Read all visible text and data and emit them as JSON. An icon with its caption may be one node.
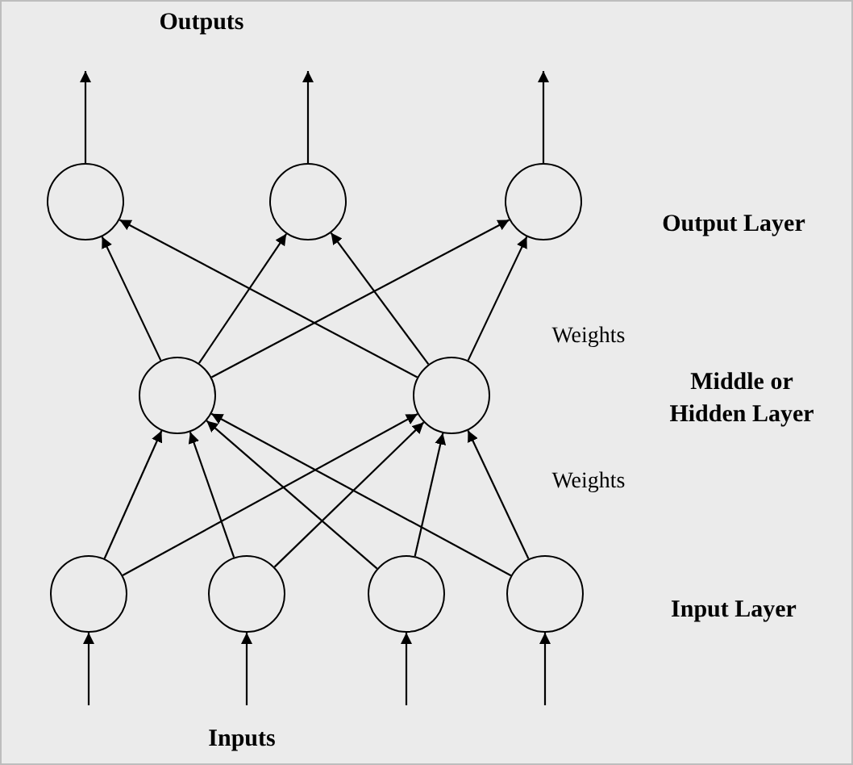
{
  "diagram": {
    "nodes": [
      {
        "text": [],
        "shape": "circle"
      },
      {
        "text": [],
        "shape": "circle"
      },
      {
        "text": [],
        "shape": "circle"
      },
      {
        "text": [],
        "shape": "circle"
      },
      {
        "text": [],
        "shape": "circle"
      },
      {
        "text": [],
        "shape": "circle"
      },
      {
        "text": [],
        "shape": "circle"
      },
      {
        "text": [],
        "shape": "circle"
      },
      {
        "text": [],
        "shape": "circle"
      }
    ],
    "edges": [
      {
        "from": 0,
        "to": null,
        "arrow": "to"
      },
      {
        "from": 1,
        "to": null,
        "arrow": "to"
      },
      {
        "from": 2,
        "to": null,
        "arrow": "to"
      },
      {
        "from": 3,
        "to": 0,
        "arrow": "to"
      },
      {
        "from": 3,
        "to": 1,
        "arrow": "to"
      },
      {
        "from": 3,
        "to": 2,
        "arrow": "to"
      },
      {
        "from": 4,
        "to": 0,
        "arrow": "to"
      },
      {
        "from": 4,
        "to": 1,
        "arrow": "to"
      },
      {
        "from": 4,
        "to": 2,
        "arrow": "to"
      },
      {
        "from": 5,
        "to": 3,
        "arrow": "to"
      },
      {
        "from": 5,
        "to": 4,
        "arrow": "to"
      },
      {
        "from": 6,
        "to": 3,
        "arrow": "to"
      },
      {
        "from": 6,
        "to": 4,
        "arrow": "to"
      },
      {
        "from": 7,
        "to": 3,
        "arrow": "to"
      },
      {
        "from": 7,
        "to": 4,
        "arrow": "to"
      },
      {
        "from": 8,
        "to": 3,
        "arrow": "to"
      },
      {
        "from": 8,
        "to": 4,
        "arrow": "to"
      },
      {
        "from": null,
        "to": 5,
        "arrow": "to"
      },
      {
        "from": null,
        "to": 6,
        "arrow": "to"
      },
      {
        "from": null,
        "to": 7,
        "arrow": "to"
      },
      {
        "from": null,
        "to": 8,
        "arrow": "to"
      }
    ],
    "labels": [
      "Outputs",
      "Output Layer",
      "Weights",
      "Middle or Hidden Layer",
      "Weights",
      "Input Layer",
      "Inputs"
    ]
  }
}
